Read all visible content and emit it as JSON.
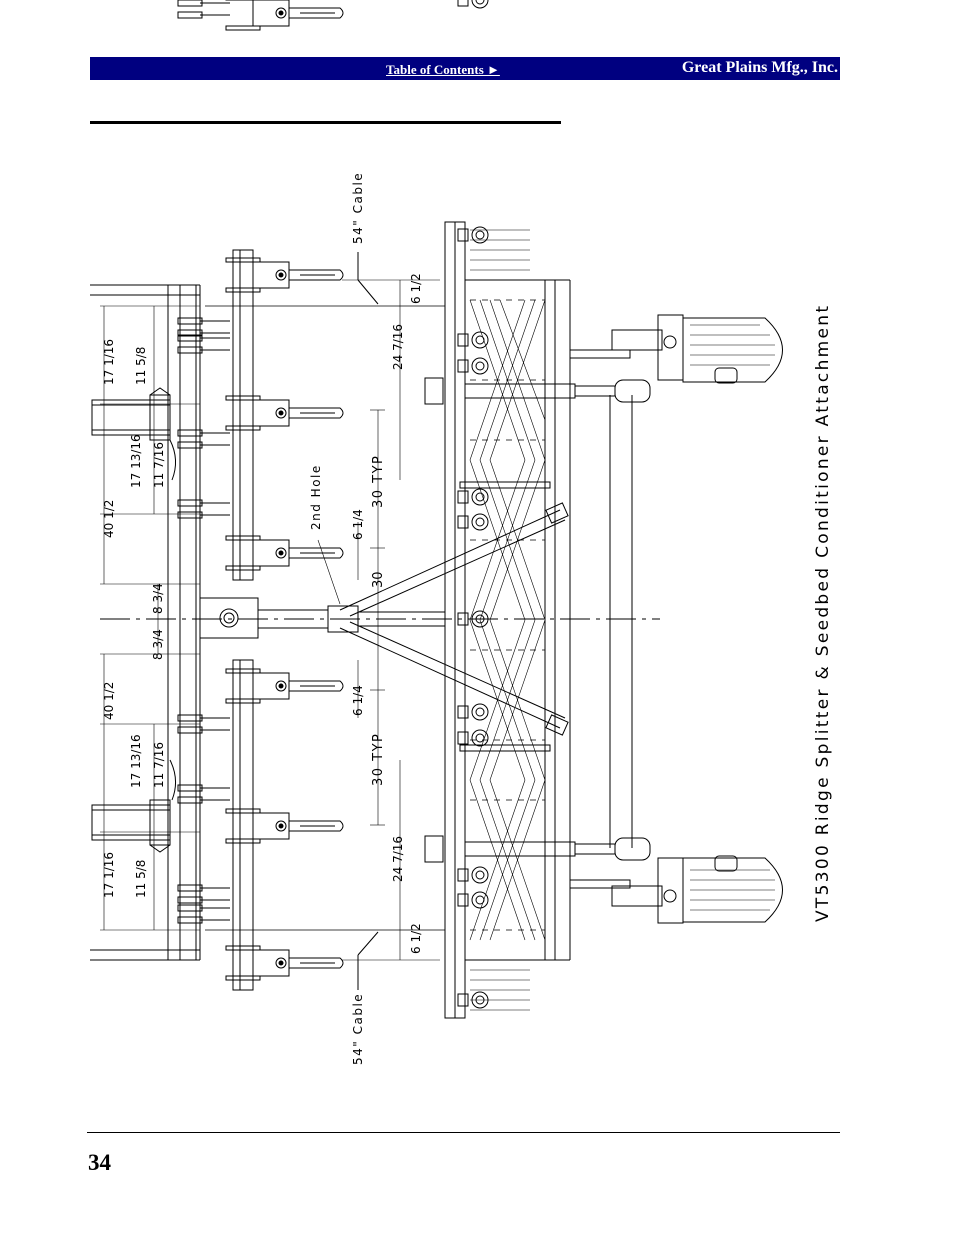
{
  "header": {
    "toc_link": "Table of Contents ►",
    "company": "Great Plains Mfg., Inc."
  },
  "drawing": {
    "title": "VT5300 Ridge Splitter & Seedbed Conditioner Attachment",
    "cable_top": "54\" Cable",
    "cable_bottom": "54\" Cable",
    "second_hole": "2nd Hole",
    "typ_top": "30 TYP",
    "typ_bottom": "30 TYP",
    "center_30": "30",
    "dims_left_top": [
      "17 1/16",
      "11 5/8",
      "17 13/16",
      "11 7/16",
      "40 1/2",
      "8 3/4"
    ],
    "dims_left_bottom": [
      "8 3/4",
      "40 1/2",
      "17 13/16",
      "11 7/16",
      "17 1/16",
      "11 5/8"
    ],
    "dims_right_top": [
      "6 1/2",
      "24 7/16",
      "6 1/4"
    ],
    "dims_right_bottom": [
      "6 1/4",
      "24 7/16",
      "6 1/2"
    ]
  },
  "footer": {
    "page_number": "34"
  }
}
